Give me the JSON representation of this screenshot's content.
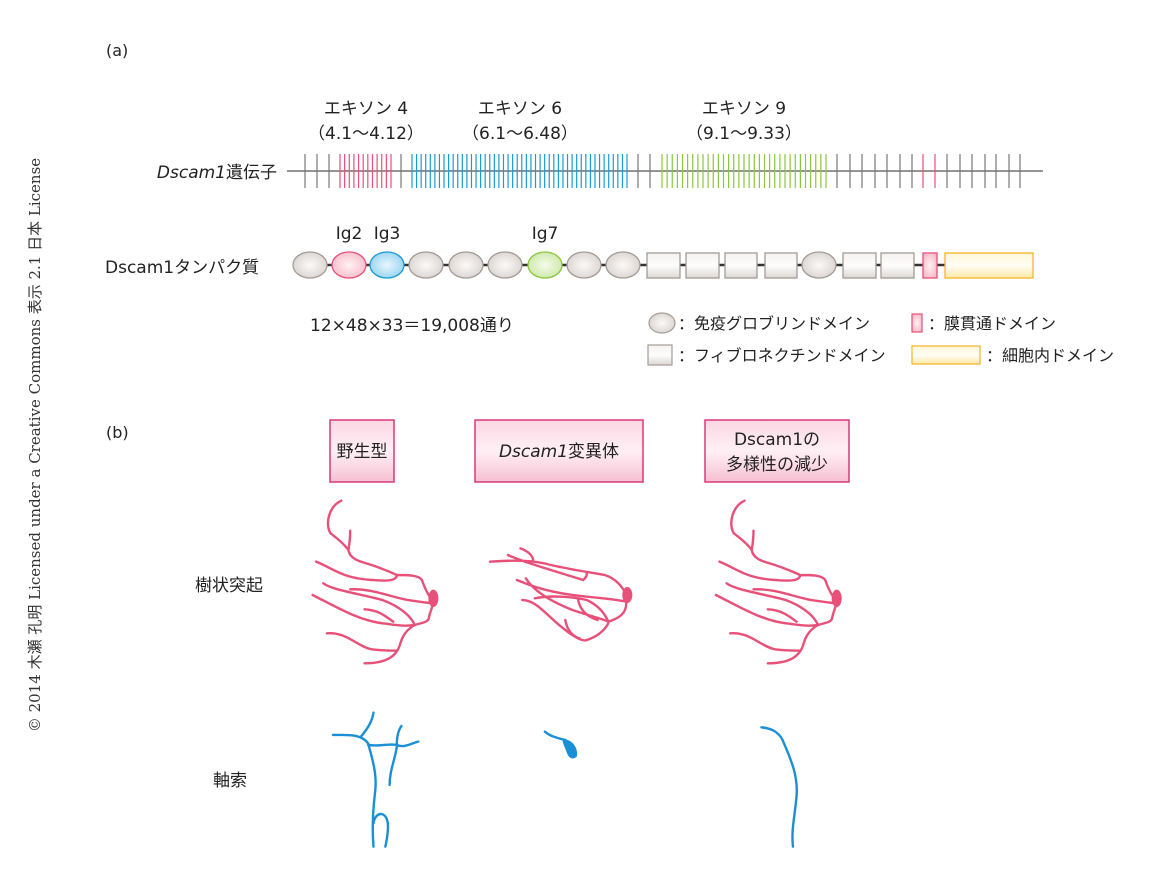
{
  "copyright": "© 2014 木瀬 孔明 Licensed under a Creative Commons 表示 2.1 日本 License",
  "panel_a": {
    "label": "(a)",
    "exons": [
      {
        "name": "エキソン 4",
        "range": "（4.1～4.12）",
        "color": "#e8507a"
      },
      {
        "name": "エキソン 6",
        "range": "（6.1～6.48）",
        "color": "#1a9ad6"
      },
      {
        "name": "エキソン 9",
        "range": "（9.1～9.33）",
        "color": "#8cc63f"
      }
    ],
    "gene_label_italic": "Dscam1",
    "gene_label_rest": "遺伝子",
    "protein_label": "Dscam1タンパク質",
    "ig_labels": [
      "Ig2",
      "Ig3",
      "Ig7"
    ],
    "combinations": "12×48×33＝19,008通り",
    "legend": {
      "ig": "：免疫グロブリンドメイン",
      "tm": "：膜貫通ドメイン",
      "fn": "：フィブロネクチンドメイン",
      "intra": "：細胞内ドメイン"
    }
  },
  "panel_b": {
    "label": "(b)",
    "conditions": [
      {
        "line1": "野生型"
      },
      {
        "line1_italic": "Dscam1",
        "line1_rest": "変異体"
      },
      {
        "line1": "Dscam1の",
        "line2": "多様性の減少"
      }
    ],
    "row_labels": {
      "dendrite": "樹状突起",
      "axon": "軸索"
    }
  },
  "colors": {
    "dendrite": "#e8507a",
    "axon": "#1a8fd6",
    "box_border": "#d83a7a",
    "gray_exon": "#777777"
  }
}
